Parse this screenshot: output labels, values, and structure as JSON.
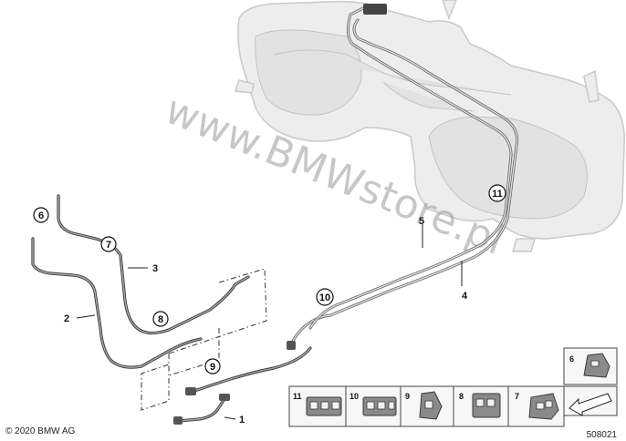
{
  "watermark": "www.BMWstore.pl",
  "copyright": "© 2020 BMW AG",
  "drawing_number": "508021",
  "part_labels": {
    "p1": "1",
    "p2": "2",
    "p3": "3",
    "p4": "4",
    "p5": "5",
    "p6": "6",
    "p7": "7",
    "p8": "8",
    "p9": "9",
    "p10": "10",
    "p11": "11"
  },
  "legend": {
    "c11": "11",
    "c10": "10",
    "c9": "9",
    "c8": "8",
    "c7": "7",
    "c6": "6"
  },
  "icons": [
    "arrow-icon"
  ]
}
